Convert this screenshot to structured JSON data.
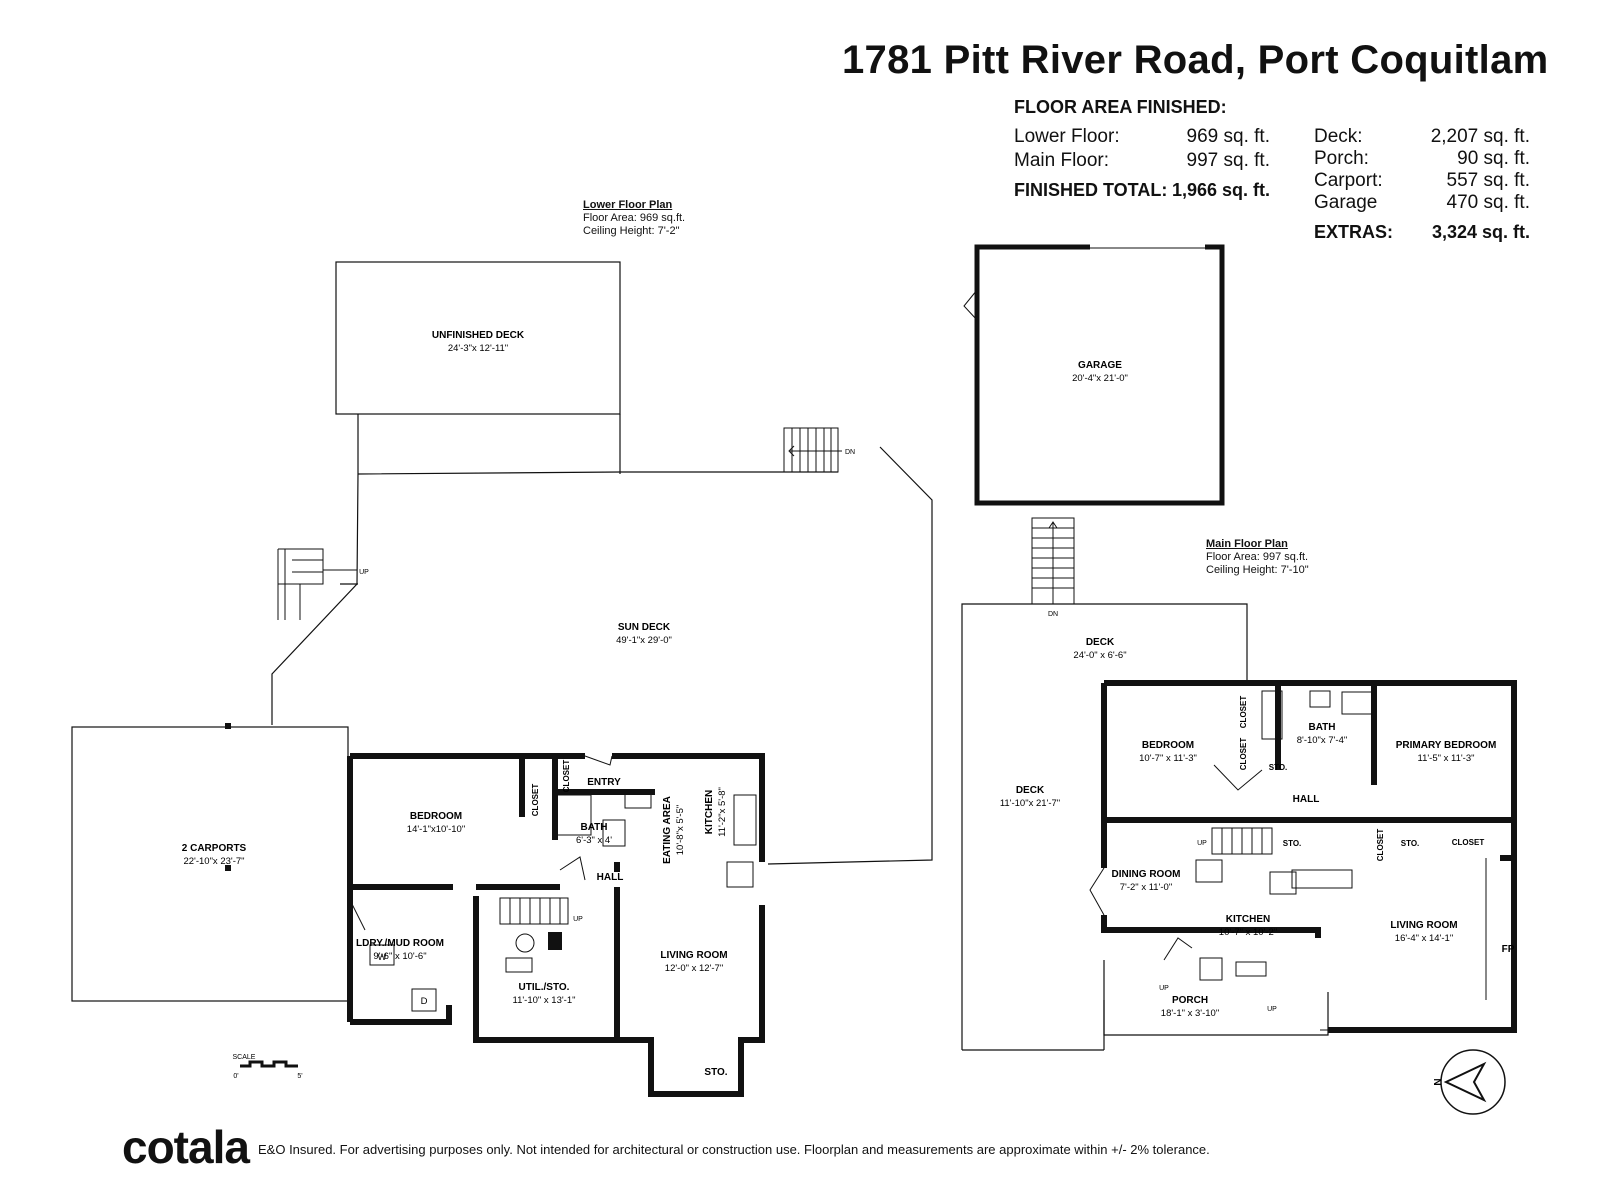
{
  "header": {
    "address": "1781 Pitt River Road, Port Coquitlam",
    "floor_area_heading": "FLOOR AREA FINISHED:"
  },
  "summary": {
    "finished": [
      {
        "label": "Lower Floor:",
        "value": "969 sq. ft."
      },
      {
        "label": "Main Floor:",
        "value": "997 sq. ft."
      }
    ],
    "finished_total": {
      "label": "FINISHED TOTAL:",
      "value": "1,966 sq. ft."
    },
    "extras_items": [
      {
        "label": "Deck:",
        "value": "2,207 sq. ft."
      },
      {
        "label": "Porch:",
        "value": "90 sq. ft."
      },
      {
        "label": "Carport:",
        "value": "557 sq. ft."
      },
      {
        "label": "Garage",
        "value": "470 sq. ft."
      }
    ],
    "extras_total": {
      "label": "EXTRAS:",
      "value": "3,324 sq. ft."
    }
  },
  "lower_plan": {
    "heading": "Lower Floor Plan",
    "area": "Floor Area: 969 sq.ft.",
    "ceiling": "Ceiling Height: 7'-2\""
  },
  "main_plan": {
    "heading": "Main Floor Plan",
    "area": "Floor Area: 997 sq.ft.",
    "ceiling": "Ceiling Height: 7'-10\""
  },
  "rooms": {
    "unfinished_deck": {
      "name": "UNFINISHED DECK",
      "dim": "24'-3\"x 12'-11\""
    },
    "sun_deck": {
      "name": "SUN DECK",
      "dim": "49'-1\"x 29'-0\""
    },
    "carports": {
      "name": "2 CARPORTS",
      "dim": "22'-10\"x 23'-7\""
    },
    "garage": {
      "name": "GARAGE",
      "dim": "20'-4\"x 21'-0\""
    },
    "lower_bedroom": {
      "name": "BEDROOM",
      "dim": "14'-1\"x10'-10\""
    },
    "lower_bath": {
      "name": "BATH",
      "dim": "6'-3\" x 4'"
    },
    "entry": {
      "name": "ENTRY"
    },
    "lower_hall": {
      "name": "HALL"
    },
    "eating_area": {
      "name": "EATING AREA",
      "dim": "10'-8\"x 5'-5\""
    },
    "lower_kitchen": {
      "name": "KITCHEN",
      "dim": "11'-2\"x 5'-8\""
    },
    "ldry": {
      "name": "LDRY./MUD ROOM",
      "dim": "9'-6\" x 10'-6\""
    },
    "util": {
      "name": "UTIL./STO.",
      "dim": "11'-10\" x 13'-1\""
    },
    "lower_living": {
      "name": "LIVING ROOM",
      "dim": "12'-0\" x 12'-7\""
    },
    "lower_sto": {
      "name": "STO."
    },
    "lower_closet1": {
      "name": "CLOSET"
    },
    "lower_closet2": {
      "name": "CLOSET"
    },
    "deck_top": {
      "name": "DECK",
      "dim": "24'-0\" x 6'-6\""
    },
    "deck_side": {
      "name": "DECK",
      "dim": "11'-10\"x 21'-7\""
    },
    "main_bedroom": {
      "name": "BEDROOM",
      "dim": "10'-7\" x 11'-3\""
    },
    "main_bath": {
      "name": "BATH",
      "dim": "8'-10\"x 7'-4\""
    },
    "primary_bedroom": {
      "name": "PRIMARY BEDROOM",
      "dim": "11'-5\" x 11'-3\""
    },
    "main_hall": {
      "name": "HALL"
    },
    "dining": {
      "name": "DINING ROOM",
      "dim": "7'-2\" x 11'-0\""
    },
    "main_kitchen": {
      "name": "KITCHEN",
      "dim": "10'-7\" x 10'-2\""
    },
    "main_living": {
      "name": "LIVING ROOM",
      "dim": "16'-4\" x 14'-1\""
    },
    "porch": {
      "name": "PORCH",
      "dim": "18'-1\" x 3'-10\""
    },
    "main_closet_a": {
      "name": "CLOSET"
    },
    "main_closet_b": {
      "name": "CLOSET"
    },
    "main_closet_c": {
      "name": "CLOSET"
    },
    "main_closet_d": {
      "name": "CLOSET"
    },
    "main_sto_a": {
      "name": "STO."
    },
    "main_sto_b": {
      "name": "STO."
    },
    "main_sto_c": {
      "name": "STO."
    }
  },
  "markers": {
    "up": "UP",
    "dn": "DN",
    "washer": "W",
    "dryer": "D",
    "fireplace": "FP",
    "north": "N"
  },
  "scale": {
    "label": "SCALE",
    "start": "0'",
    "end": "5'"
  },
  "footer": {
    "brand": "cotala",
    "disclaimer": "E&O Insured. For advertising purposes only. Not intended for architectural or construction use. Floorplan and measurements are approximate within +/- 2% tolerance."
  }
}
